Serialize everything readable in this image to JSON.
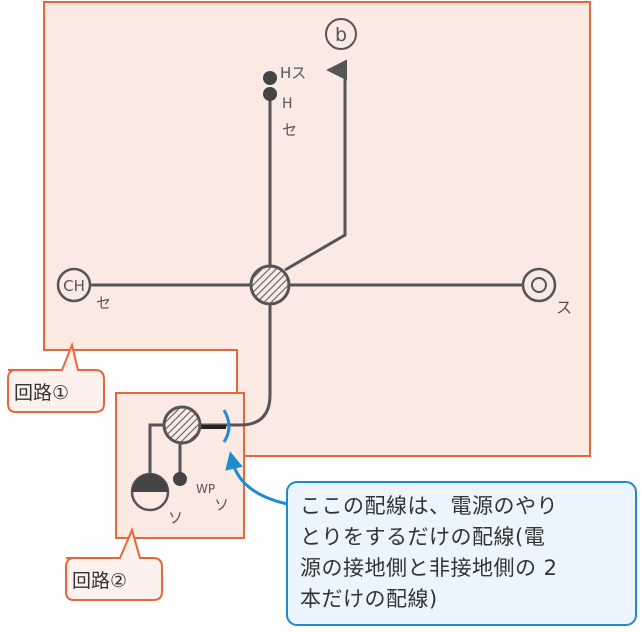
{
  "diagram": {
    "b_label": "b",
    "switch_label_1": "Hス",
    "switch_label_2": "H",
    "switch_label_3": "セ",
    "ceiling_light_label": "CH",
    "ceiling_light_suffix": "セ",
    "outlet_light_suffix": "ス",
    "waterproof_label": "WP",
    "waterproof_suffix": "ソ",
    "pendant_suffix": "ソ"
  },
  "tags": {
    "circuit1": "回路①",
    "circuit2": "回路②"
  },
  "callout": {
    "lines": [
      "ここの配線は、電源のやり",
      "とりをするだけの配線(電",
      "源の接地側と非接地側の 2",
      "本だけの配線)"
    ]
  },
  "colors": {
    "region_fill": "#fbe9e4",
    "region_stroke": "#e8673a",
    "callout_fill": "#eaf5fd",
    "callout_stroke": "#1f8bd0",
    "wire": "#555555"
  }
}
